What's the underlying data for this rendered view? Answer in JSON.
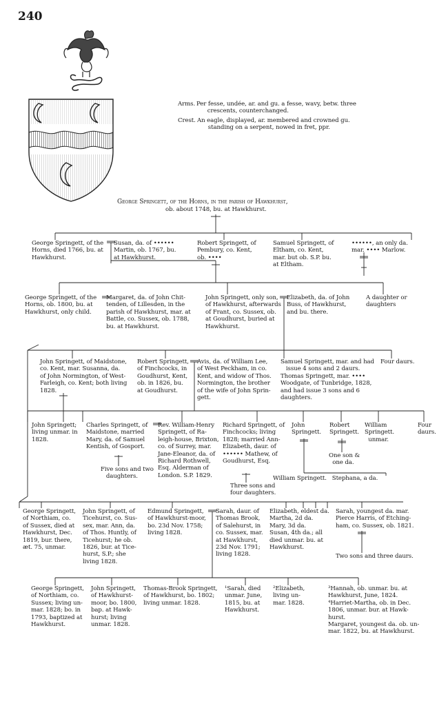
{
  "page": {
    "number": "240"
  },
  "heraldry": {
    "arms": "Per fesse, undée, ar. and gu. a fesse, wavy, betw. three\n      crescents, counterchanged.",
    "arms_label": "Arms.",
    "crest": "An eagle, displayed, ar. membered and crowned gu.\n      standing on a serpent, nowed in fret, ppr.",
    "crest_label": "Crest."
  },
  "root": {
    "line1": "George Springett, of the Horns, in the parish of Hawkhurst,",
    "line2": "ob. about 1748, bu. at Hawkhurst."
  },
  "gen2": {
    "g2a": "George Springett, of the\nHorns, died 1766, bu. at\nHawkhurst.",
    "g2b": "Susan, da. of ••••••\nMartin, ob. 1767, bu.\nat Hawkhurst.",
    "g2c": "Robert Springett, of\nPembury, co. Kent,\nob. ••••",
    "g2d": "Samuel Springett, of\nEltham, co. Kent,\nmar. but ob. S.P. bu.\nat Eltham.",
    "g2e": "••••••, an only da.\nmar. •••• Marlow."
  },
  "gen3": {
    "g3a": "George Springett, of the\nHorns, ob. 1800, bu. at\nHawkhurst, only child.",
    "g3b": "Margaret, da. of John Chit-\ntenden, of Lillesden, in the\nparish of Hawkhurst, mar. at\nBattle, co. Sussex, ob. 1788,\nbu. at Hawkhurst.",
    "g3c": "John Springett, only son,\nof Hawkhurst, afterwards\nof Frant, co. Sussex, ob.\nat Goudhurst, buried at\nHawkhurst.",
    "g3d": "Elizabeth, da. of John\nBuss, of Hawkhurst,\nand bu. there.",
    "g3e": "A daughter or\ndaughters"
  },
  "gen4": {
    "g4a": "John Springett, of Maidstone,\nco. Kent, mar. Susanna, da.\nof John Normington, of West-\nFarleigh, co. Kent; both living\n1828.",
    "g4b": "Robert Springett,\nof Finchcocks, in\nGoudhurst, Kent,\nob. in 1826, bu.\nat Goudhurst.",
    "g4c": "Avis, da. of William Lee,\nof West Peckham, in co.\nKent, and widow of Thos.\nNormington, the brother\nof the wife of John Sprin-\ngett.",
    "g4d": "Samuel Springett, mar. and had\n   issue 4 sons and 2 daurs.\nThomas Springett, mar. ••••\nWoodgate, of Tunbridge, 1828,\nand had issue 3 sons and 6\ndaughters.",
    "g4e": "Four daurs."
  },
  "gen5": {
    "g5a": "John Springett;\nliving unmar. in\n1828.",
    "g5b": "Charles Springett, of\nMaidstone, married\nMary, da. of Samuel\nKentish, of Gosport.",
    "g5b_issue": "Five sons and two\n   daughters.",
    "g5c": "Rev. William-Henry\nSpringett, of Ra-\nleigh-house, Brixton,\nco. of Surrey, mar.\nJane-Eleanor, da. of\nRichard Rothwell,\nEsq. Alderman of\nLondon. S.P. 1829.",
    "g5d": "Richard Springett, of\nFinchcocks; living\n1828; married Ann-\nElizabeth, daur. of\n•••••• Mathew, of\nGoudhurst, Esq.",
    "g5d_issue": "Three sons and\nfour daughters.",
    "g5e": "John\nSpringett.",
    "g5f": "Robert\nSpringett.",
    "g5g": "William\nSpringett.\n  unmar.",
    "g5h": "Four\ndaurs.",
    "g5e_issue": "One son &\n  one da.",
    "g5e_children": "William Springett.   Stephana, a da."
  },
  "gen6": {
    "g6a": "George Springett,\nof Northiam, co.\nof Sussex, died at\nHawkhurst, Dec.\n1819, bur. there,\næt. 75, unmar.",
    "g6b": "John Springett, of\nTicehurst, co. Sus-\nsex, mar. Ann, da.\nof Thos. Huntly, of\nTicehurst; he ob.\n1826, bur. at Tice-\nhurst, S.P.; she\nliving 1828.",
    "g6c": "Edmund Springett,\nof Hawkhurst-moor,\nbo. 23d Nov. 1758;\nliving 1828.",
    "g6d": "Sarah, daur. of\nThomas Brook,\nof Salehurst, in\nco. Sussex, mar.\nat Hawkhurst,\n23d Nov. 1791;\nliving 1828.",
    "g6e": "Elizabeth, eldest da.\nMartha, 2d da.\nMary, 3d da.\nSusan, 4th da.; all\ndied unmar. bu. at\nHawkhurst.",
    "g6f": "Sarah, youngest da. mar.\nPierce Harris, of Etching-\nham, co. Sussex, ob. 1821.",
    "g6f_issue": "Two sons and three daurs."
  },
  "gen7": {
    "g7a": "George Springett,\nof Northiam, co.\nSussex; living un-\nmar. 1828; bo. in\n1793, baptized at\nHawkhurst.",
    "g7b": "John Springett,\nof Hawkhurst-\nmoor, bo. 1800,\nbap. at Hawk-\nhurst; living\nunmar. 1828.",
    "g7c": "Thomas-Brook Springett,\nof Hawkhurst, bo. 1802;\nliving unmar. 1828.",
    "g7d": "¹Sarah, died\nunmar. June,\n1815, bu. at\nHawkhurst.",
    "g7e": "²Elizabeth,\nliving un-\nmar. 1828.",
    "g7f": "³Hannah, ob. unmar. bu. at\nHawkhurst, June, 1824.\n⁴Harriet-Martha, ob. in Dec.\n1806, unmar. bur. at Hawk-\nhurst.\nMargaret, youngest da. ob. un-\nmar. 1822, bu. at Hawkhurst."
  }
}
